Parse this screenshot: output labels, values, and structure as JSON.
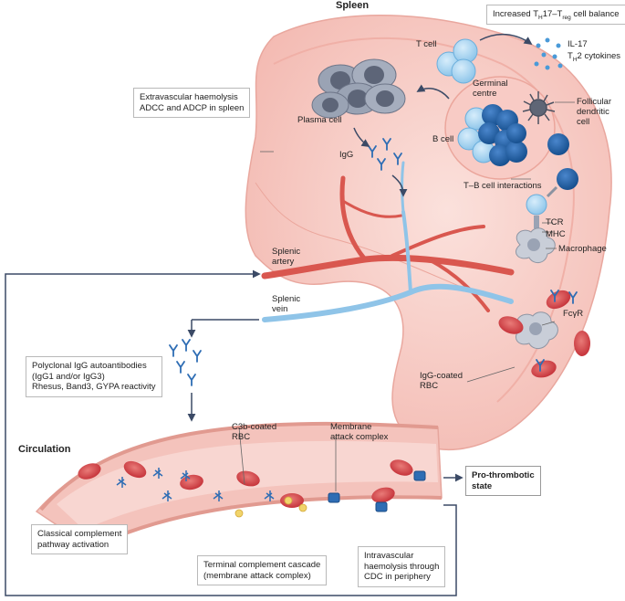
{
  "labels": {
    "spleen": "Spleen",
    "circulation": "Circulation",
    "t_cell": "T cell",
    "il17": "IL-17",
    "th2_T": "T",
    "th2_sub": "H",
    "th2_rest": "2 cytokines",
    "germinal_centre_1": "Germinal",
    "germinal_centre_2": "centre",
    "follicular_1": "Follicular",
    "follicular_2": "dendritic",
    "follicular_3": "cell",
    "plasma_cell": "Plasma cell",
    "igg": "IgG",
    "b_cell": "B cell",
    "tb_interactions": "T–B cell interactions",
    "tcr": "TCR",
    "mhc": "MHC",
    "macrophage": "Macrophage",
    "splenic_artery_1": "Splenic",
    "splenic_artery_2": "artery",
    "splenic_vein_1": "Splenic",
    "splenic_vein_2": "vein",
    "fcyr": "FcγR",
    "igg_coated_1": "IgG-coated",
    "igg_coated_2": "RBC",
    "c3b_1": "C3b-coated",
    "c3b_2": "RBC",
    "mac_1": "Membrane",
    "mac_2": "attack complex"
  },
  "boxes": {
    "th17_prefix": "Increased T",
    "th17_sub1": "H",
    "th17_mid": "17–T",
    "th17_sub2": "reg",
    "th17_suffix": " cell balance",
    "extravascular_1": "Extravascular haemolysis",
    "extravascular_2": "ADCC and ADCP in spleen",
    "polyclonal_1": "Polyclonal IgG autoantibodies",
    "polyclonal_2": "(IgG1 and/or IgG3)",
    "polyclonal_3": "Rhesus, Band3, GYPA reactivity",
    "prothrombotic_1": "Pro-thrombotic",
    "prothrombotic_2": "state",
    "classical_1": "Classical complement",
    "classical_2": "pathway activation",
    "terminal_1": "Terminal complement cascade",
    "terminal_2": "(membrane attack complex)",
    "intravascular_1": "Intravascular",
    "intravascular_2": "haemolysis through",
    "intravascular_3": "CDC in periphery"
  },
  "colors": {
    "spleen_fill": "#f7c9c3",
    "spleen_inner": "#fbd9d4",
    "artery": "#d9574f",
    "vein": "#8fc4e8",
    "b_cell": "#1f5fa8",
    "t_cell": "#a9d6f2",
    "plasma": "#9aa3b4",
    "rbc": "#d6454a",
    "vessel": "#f2b3ab",
    "arrow": "#3b4a66"
  }
}
